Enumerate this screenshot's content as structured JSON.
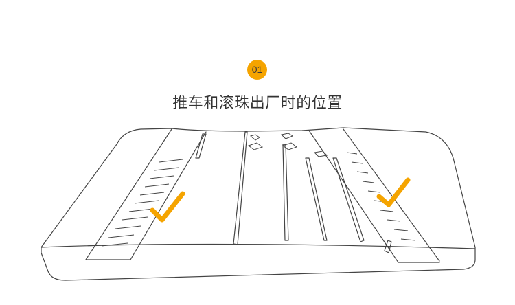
{
  "step": {
    "number": "01",
    "badge_color": "#f5a400"
  },
  "heading": {
    "text": "推车和滚珠出厂时的位置"
  },
  "illustration": {
    "subject": "drawer-slide-tray-diagram",
    "line_color": "#444444",
    "check_color": "#f5a400",
    "check_marks": [
      {
        "side": "left",
        "icon": "check-mark-icon"
      },
      {
        "side": "right",
        "icon": "check-mark-icon"
      }
    ]
  }
}
